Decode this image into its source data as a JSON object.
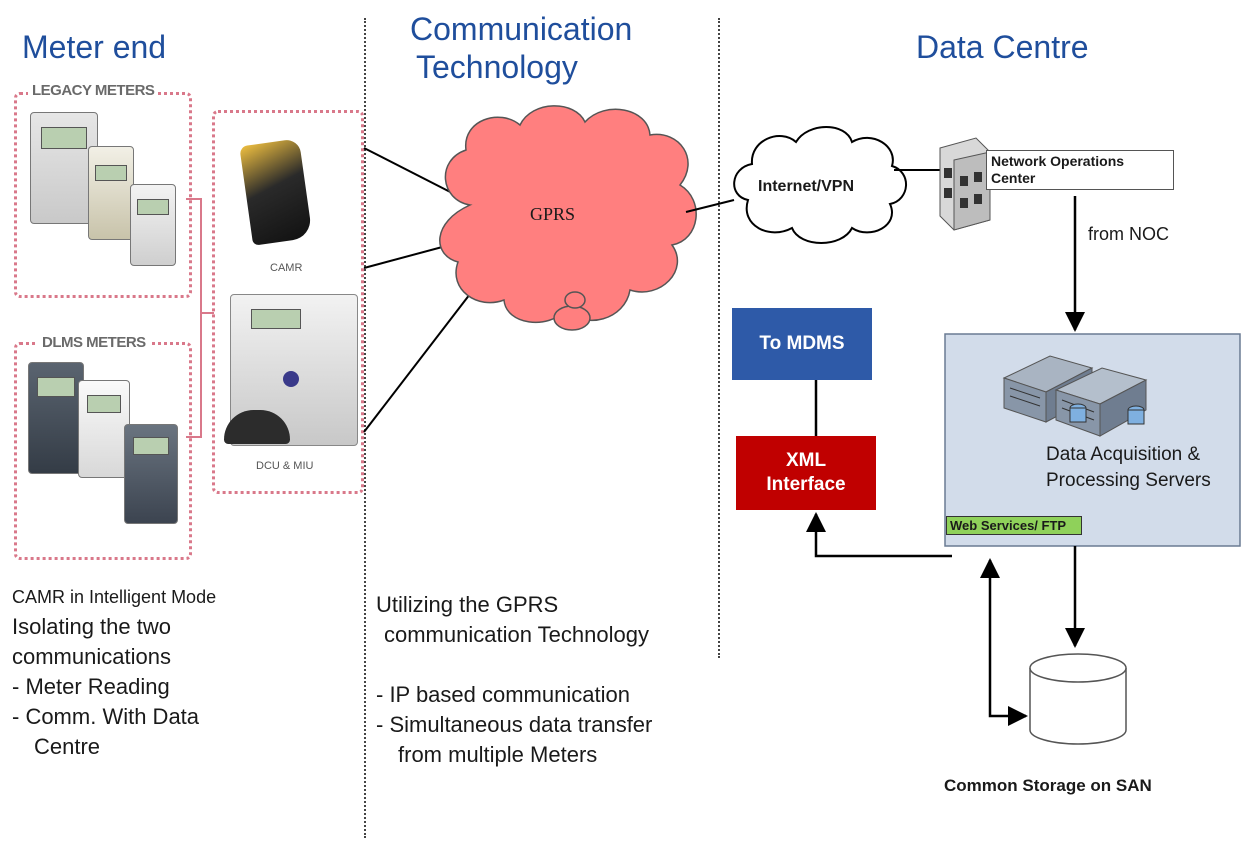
{
  "headings": {
    "meter_end": "Meter end",
    "communication": [
      "Communication",
      "Technology"
    ],
    "data_centre": "Data Centre"
  },
  "meter_end": {
    "legacy_label": "LEGACY METERS",
    "dlms_label": "DLMS METERS",
    "camr_caption": "CAMR",
    "dcu_caption": "DCU & MIU",
    "notes": {
      "line1": "CAMR  in Intelligent Mode",
      "line2": "Isolating the two",
      "line3": "communications",
      "line4": "-  Meter Reading",
      "line5": "-  Comm. With Data",
      "line6": "Centre"
    }
  },
  "communication": {
    "cloud_label": "GPRS",
    "notes": {
      "line1": "Utilizing the GPRS",
      "line2": "communication Technology",
      "line3": "- IP based communication",
      "line4": "- Simultaneous data transfer",
      "line5": "from multiple Meters"
    }
  },
  "data_centre": {
    "internet_label": "Internet/VPN",
    "noc_label": "Network Operations Center",
    "from_noc": "from NOC",
    "to_mdms": "To MDMS",
    "xml_interface": "XML Interface",
    "servers_label": "Data Acquisition & Processing Servers",
    "web_services": "Web Services/ FTP",
    "storage_label": "Common Storage on SAN"
  },
  "colors": {
    "heading": "#1f4e9c",
    "gprs_cloud": "#ff7f7f",
    "to_mdms_box": "#2e5aa8",
    "xml_box": "#c00000",
    "server_panel": "#d2dcea",
    "web_services_bg": "#8fd15a",
    "dotted_border": "#d9788a"
  }
}
